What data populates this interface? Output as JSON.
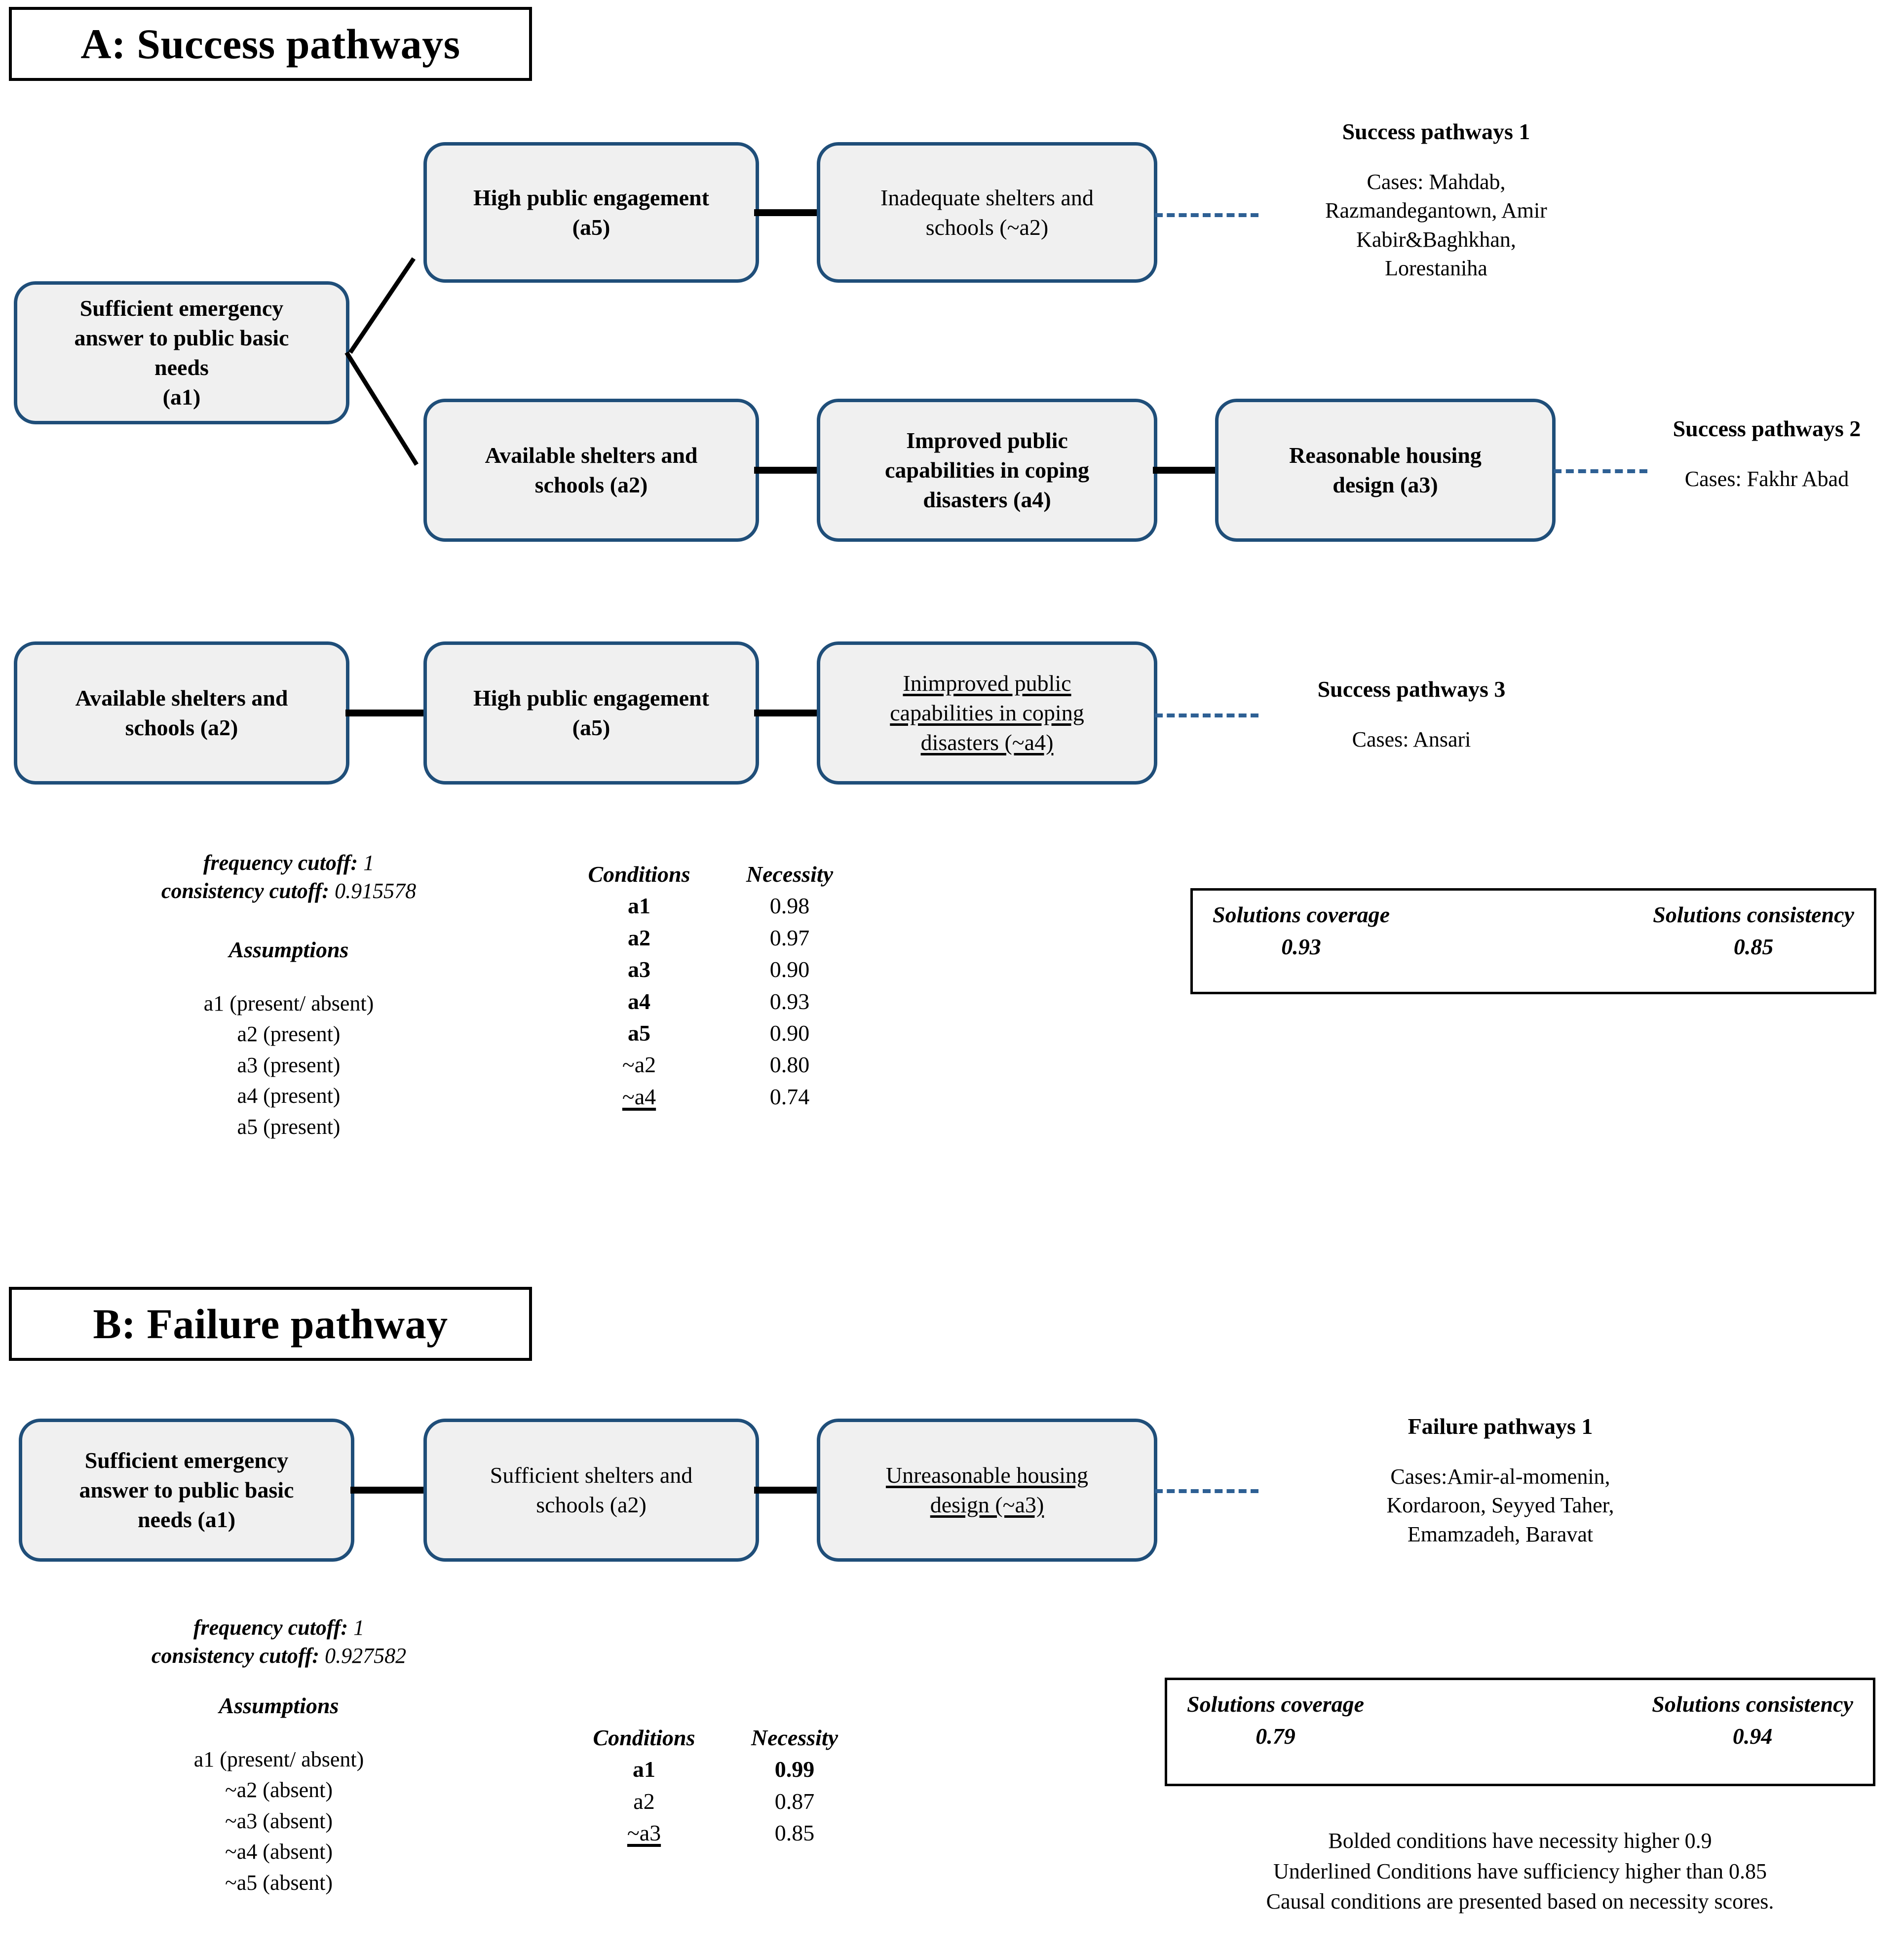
{
  "sections": {
    "a": {
      "title": "A: Success pathways"
    },
    "b": {
      "title": "B: Failure pathway"
    }
  },
  "nodes": {
    "a1_full": "Sufficient emergency answer to public basic needs (a1)",
    "a1_row1": "Sufficient emergency answer to public basic needs (a1)",
    "a5_engage": "High public engagement (a5)",
    "not_a2": "Inadequate shelters and schools (~a2)",
    "a2_available": "Available shelters and schools (a2)",
    "a4_improved": "Improved public capabilities in coping disasters (a4)",
    "a3_housing": "Reasonable housing design (a3)",
    "not_a4": "Inimproved public capabilities in coping disasters (~a4)",
    "b_a1": "Sufficient emergency answer to public basic needs (a1)",
    "b_a2": "Sufficient shelters and schools (a2)",
    "b_not_a3": "Unreasonable housing design (~a3)"
  },
  "node_lines": {
    "a1_full": [
      "Sufficient emergency",
      "answer to public basic",
      "needs",
      "(a1)"
    ],
    "a5_engage": [
      "High public engagement",
      "(a5)"
    ],
    "not_a2": [
      "Inadequate shelters and",
      "schools (~a2)"
    ],
    "a2_available": [
      "Available shelters and",
      "schools (a2)"
    ],
    "a4_improved": [
      "Improved public",
      "capabilities in coping",
      "disasters (a4)"
    ],
    "a3_housing": [
      "Reasonable housing",
      "design (a3)"
    ],
    "a2_available2": [
      "Available shelters and",
      "schools (a2)"
    ],
    "a5_engage2": [
      "High public engagement",
      "(a5)"
    ],
    "not_a4": [
      "Inimproved public",
      "capabilities in coping",
      "disasters (~a4)"
    ],
    "b_a1": [
      "Sufficient emergency",
      "answer to public basic",
      "needs (a1)"
    ],
    "b_a2": [
      "Sufficient shelters and",
      "schools (a2)"
    ],
    "b_not_a3": [
      "Unreasonable housing",
      "design (~a3)"
    ]
  },
  "pathways": [
    {
      "id": "sp1",
      "title": "Success pathways 1",
      "cases": [
        "Cases: Mahdab,",
        "Razmandegantown, Amir",
        "Kabir&Baghkhan,",
        "Lorestaniha"
      ]
    },
    {
      "id": "sp2",
      "title": "Success pathways 2",
      "cases": [
        "Cases: Fakhr Abad"
      ]
    },
    {
      "id": "sp3",
      "title": "Success pathways 3",
      "cases": [
        "Cases: Ansari"
      ]
    },
    {
      "id": "fp1",
      "title": "Failure pathways 1",
      "cases": [
        "Cases:Amir-al-momenin,",
        "Kordaroon, Seyyed Taher,",
        "Emamzadeh, Baravat"
      ]
    }
  ],
  "panel_a": {
    "frequency_label": "frequency cutoff:",
    "frequency_value": "1",
    "consistency_label": "consistency cutoff:",
    "consistency_value": "0.915578",
    "assumptions_head": "Assumptions",
    "assumptions": [
      "a1 (present/ absent)",
      "a2 (present)",
      "a3 (present)",
      "a4 (present)",
      "a5 (present)"
    ],
    "table": {
      "col_conditions": "Conditions",
      "col_necessity": "Necessity",
      "rows": [
        {
          "condition": "a1",
          "necessity": "0.98",
          "bold": true,
          "underline": false
        },
        {
          "condition": "a2",
          "necessity": "0.97",
          "bold": true,
          "underline": false
        },
        {
          "condition": "a3",
          "necessity": "0.90",
          "bold": true,
          "underline": false
        },
        {
          "condition": "a4",
          "necessity": "0.93",
          "bold": true,
          "underline": false
        },
        {
          "condition": "a5",
          "necessity": "0.90",
          "bold": true,
          "underline": false
        },
        {
          "condition": "~a2",
          "necessity": "0.80",
          "bold": false,
          "underline": false
        },
        {
          "condition": "~a4",
          "necessity": "0.74",
          "bold": false,
          "underline": true
        }
      ]
    },
    "solutions": {
      "coverage_label": "Solutions coverage",
      "coverage_value": "0.93",
      "consistency_label": "Solutions consistency",
      "consistency_value": "0.85"
    }
  },
  "panel_b": {
    "frequency_label": "frequency cutoff:",
    "frequency_value": "1",
    "consistency_label": "consistency cutoff:",
    "consistency_value": "0.927582",
    "assumptions_head": "Assumptions",
    "assumptions": [
      "a1 (present/ absent)",
      "~a2 (absent)",
      "~a3 (absent)",
      "~a4 (absent)",
      "~a5 (absent)"
    ],
    "table": {
      "col_conditions": "Conditions",
      "col_necessity": "Necessity",
      "rows": [
        {
          "condition": "a1",
          "necessity": "0.99",
          "bold": true,
          "underline": false
        },
        {
          "condition": "a2",
          "necessity": "0.87",
          "bold": false,
          "underline": false
        },
        {
          "condition": "~a3",
          "necessity": "0.85",
          "bold": false,
          "underline": true
        }
      ]
    },
    "solutions": {
      "coverage_label": "Solutions coverage",
      "coverage_value": "0.79",
      "consistency_label": "Solutions consistency",
      "consistency_value": "0.94"
    }
  },
  "footnotes": [
    "Bolded conditions have necessity higher 0.9",
    "Underlined Conditions have sufficiency higher than 0.85",
    "Causal conditions are presented based on necessity scores."
  ],
  "colors": {
    "node_border": "#1F4E79",
    "node_fill": "#F0F0F0",
    "connector": "#000000",
    "dashed_connector": "#2E6094"
  }
}
